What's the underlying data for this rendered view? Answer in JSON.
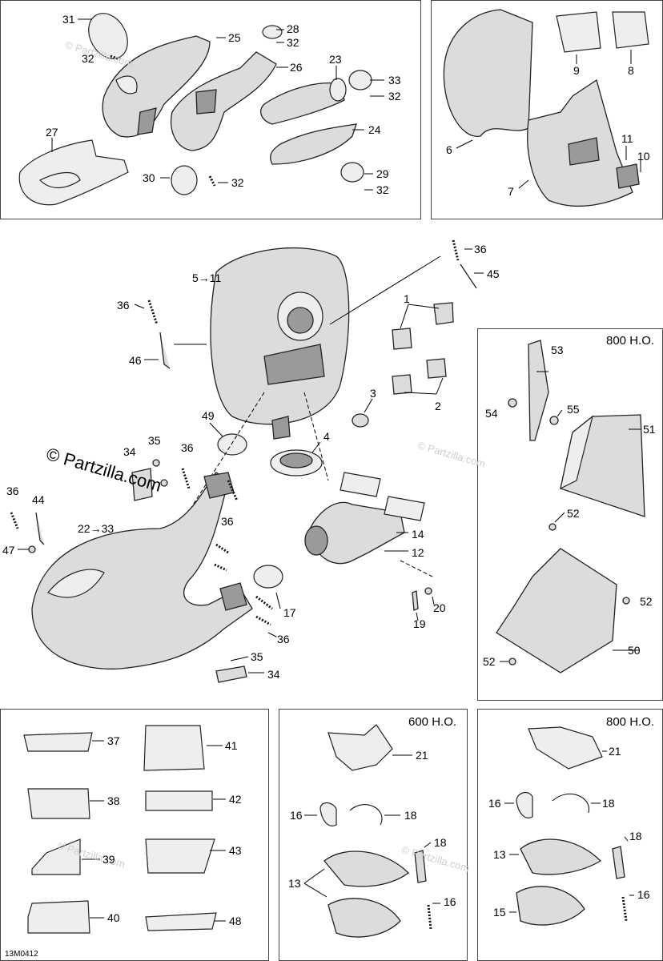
{
  "copyright": "© Partzilla.com",
  "watermark": "© Partzilla.com",
  "diagram_code": "13M0412",
  "panels": {
    "top_left": {
      "callouts": [
        "31",
        "32",
        "25",
        "28",
        "32",
        "26",
        "23",
        "33",
        "32",
        "24",
        "27",
        "30",
        "32",
        "29",
        "32"
      ]
    },
    "top_right": {
      "callouts": [
        "9",
        "8",
        "6",
        "11",
        "10",
        "7"
      ]
    },
    "main": {
      "callouts": [
        "36",
        "45",
        "5→11",
        "36",
        "1",
        "46",
        "3",
        "2",
        "49",
        "4",
        "34",
        "35",
        "36",
        "36",
        "44",
        "22→33",
        "36",
        "47",
        "14",
        "12",
        "17",
        "20",
        "19",
        "36",
        "35",
        "34"
      ]
    },
    "right_800": {
      "title": "800 H.O.",
      "callouts": [
        "53",
        "54",
        "55",
        "51",
        "52",
        "52",
        "50",
        "52"
      ]
    },
    "bottom_left": {
      "callouts": [
        "37",
        "41",
        "38",
        "42",
        "39",
        "43",
        "40",
        "48"
      ]
    },
    "bottom_600": {
      "title": "600 H.O.",
      "callouts": [
        "21",
        "16",
        "18",
        "18",
        "13",
        "16"
      ]
    },
    "bottom_800": {
      "title": "800 H.O.",
      "callouts": [
        "21",
        "16",
        "18",
        "13",
        "18",
        "16",
        "15"
      ]
    }
  }
}
